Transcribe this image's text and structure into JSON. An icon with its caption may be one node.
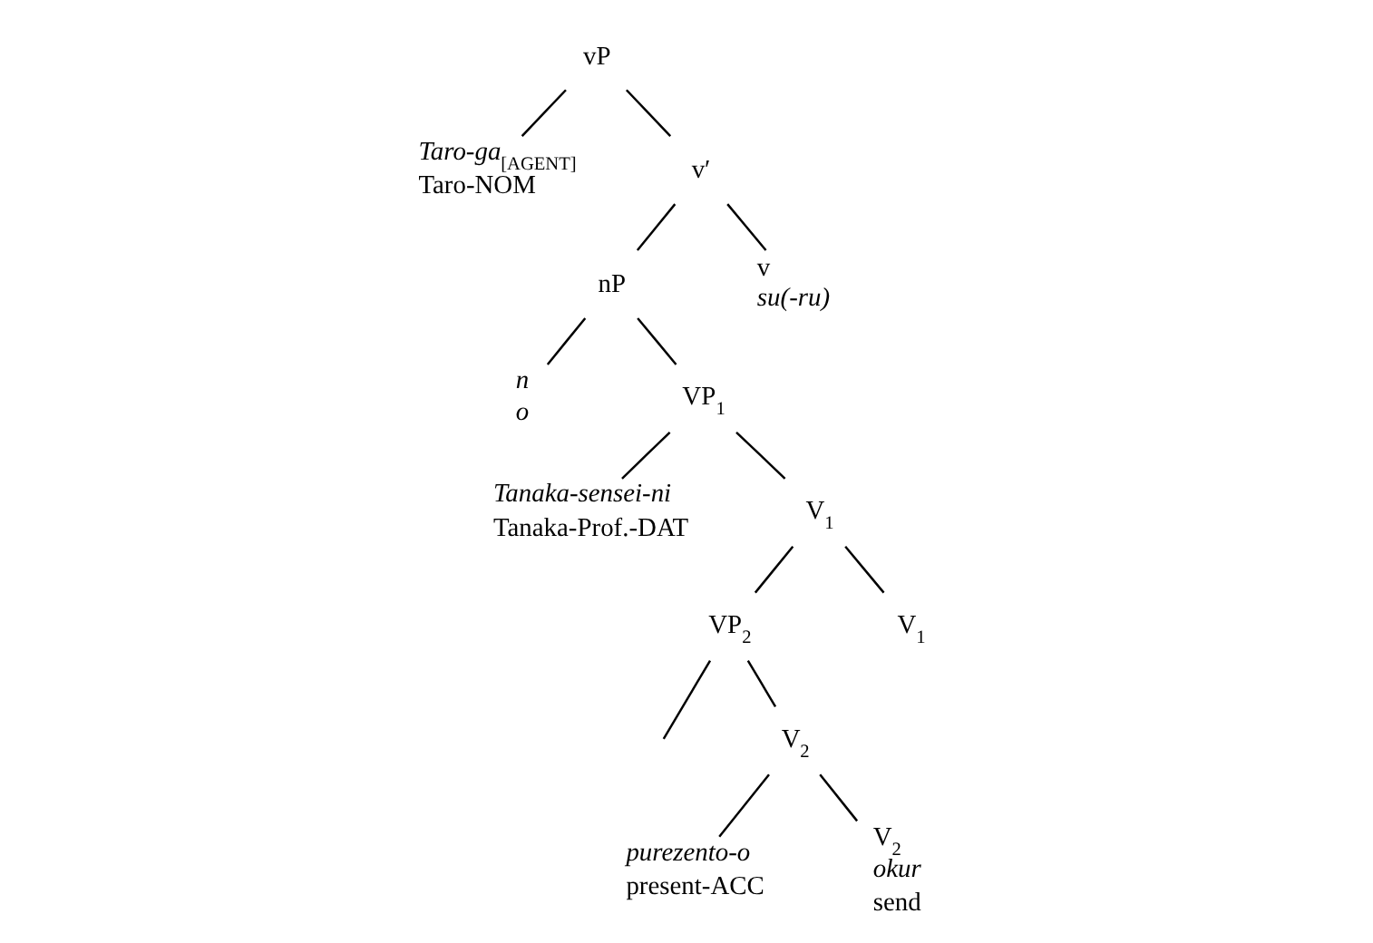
{
  "diagram": {
    "nodes": [
      {
        "text": [
          "vP"
        ]
      },
      {
        "text": [
          "*Taro-ga*$_{[AGENT]}$",
          "Taro-NOM"
        ]
      },
      {
        "text": [
          "v′"
        ]
      },
      {
        "text": [
          "nP"
        ]
      },
      {
        "text": [
          "v",
          "su(-ru)"
        ]
      },
      {
        "text": [
          "n",
          "o"
        ]
      },
      {
        "text": [
          "VP$_{1}$"
        ]
      },
      {
        "text": [
          "Tanaka-sensei-ni",
          "Tanaka-Prof.-DAT"
        ]
      },
      {
        "text": [
          "V$_{1}$"
        ]
      },
      {
        "text": [
          "VP$_{2}$"
        ]
      },
      {
        "text": [
          "V$_{1}$"
        ]
      },
      {
        "text": [
          "V$_{2}$"
        ]
      },
      {
        "text": [
          "purezento-o",
          "present-ACC"
        ]
      },
      {
        "text": [
          "V$_{2}$",
          "okur",
          "send"
        ]
      }
    ],
    "edges": [
      {
        "from": 0,
        "to": 1,
        "arrow": "none"
      },
      {
        "from": 0,
        "to": 2,
        "arrow": "none"
      },
      {
        "from": 2,
        "to": 3,
        "arrow": "none"
      },
      {
        "from": 2,
        "to": 4,
        "arrow": "none"
      },
      {
        "from": 3,
        "to": 5,
        "arrow": "none"
      },
      {
        "from": 3,
        "to": 6,
        "arrow": "none"
      },
      {
        "from": 6,
        "to": 7,
        "arrow": "none"
      },
      {
        "from": 6,
        "to": 8,
        "arrow": "none"
      },
      {
        "from": 8,
        "to": 9,
        "arrow": "none"
      },
      {
        "from": 8,
        "to": 10,
        "arrow": "none"
      },
      {
        "from": 9,
        "to": null,
        "arrow": "none"
      },
      {
        "from": 9,
        "to": 11,
        "arrow": "none"
      },
      {
        "from": 11,
        "to": 12,
        "arrow": "none"
      },
      {
        "from": 11,
        "to": 13,
        "arrow": "none"
      }
    ]
  }
}
